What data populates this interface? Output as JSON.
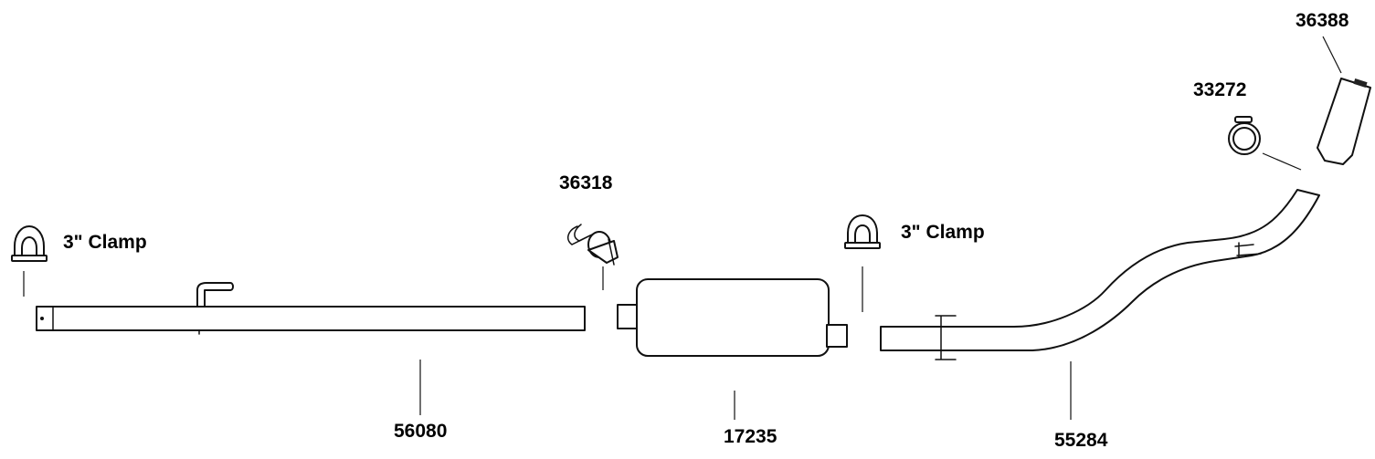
{
  "labels": {
    "clamp_left": "3\" Clamp",
    "clamp_right": "3\" Clamp",
    "part_36318": "36318",
    "part_36388": "36388",
    "part_33272": "33272",
    "part_56080": "56080",
    "part_17235": "17235",
    "part_55284": "55284"
  }
}
